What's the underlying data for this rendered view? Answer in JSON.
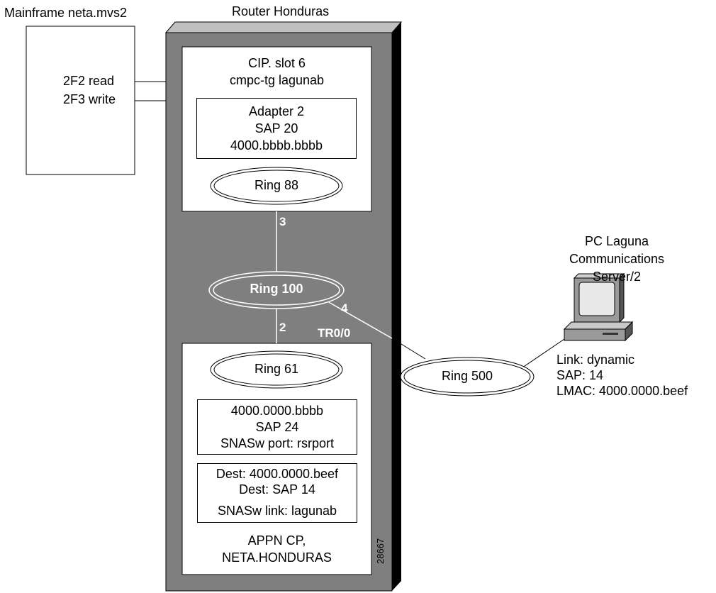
{
  "mainframe": {
    "title": "Mainframe neta.mvs2",
    "read": "2F2 read",
    "write": "2F3 write"
  },
  "router": {
    "title": "Router Honduras",
    "cip": {
      "line1": "CIP. slot 6",
      "line2": "cmpc-tg lagunab",
      "adapter": {
        "line1": "Adapter 2",
        "line2": "SAP 20",
        "line3": "4000.bbbb.bbbb"
      },
      "ring": "Ring 88"
    },
    "ring100": "Ring 100",
    "link3": "3",
    "link2": "2",
    "link4": "4",
    "tr": "TR0/0",
    "lower": {
      "ring": "Ring 61",
      "port": {
        "line1": "4000.0000.bbbb",
        "line2": "SAP 24",
        "line3": "SNASw port: rsrport"
      },
      "link": {
        "line1": "Dest: 4000.0000.beef",
        "line2": "Dest: SAP 14",
        "line3": "SNASw link: lagunab"
      },
      "cp_line1": "APPN CP,",
      "cp_line2": "NETA.HONDURAS"
    },
    "figure_id": "28667"
  },
  "ring500": "Ring 500",
  "pc": {
    "line1": "PC Laguna",
    "line2": "Communications",
    "line3": "Server/2",
    "info1": "Link: dynamic",
    "info2": "SAP: 14",
    "info3": "LMAC: 4000.0000.beef"
  },
  "colors": {
    "router_body": "#7f7f7f",
    "router_top": "#bfbfbf",
    "router_side": "#000000"
  }
}
